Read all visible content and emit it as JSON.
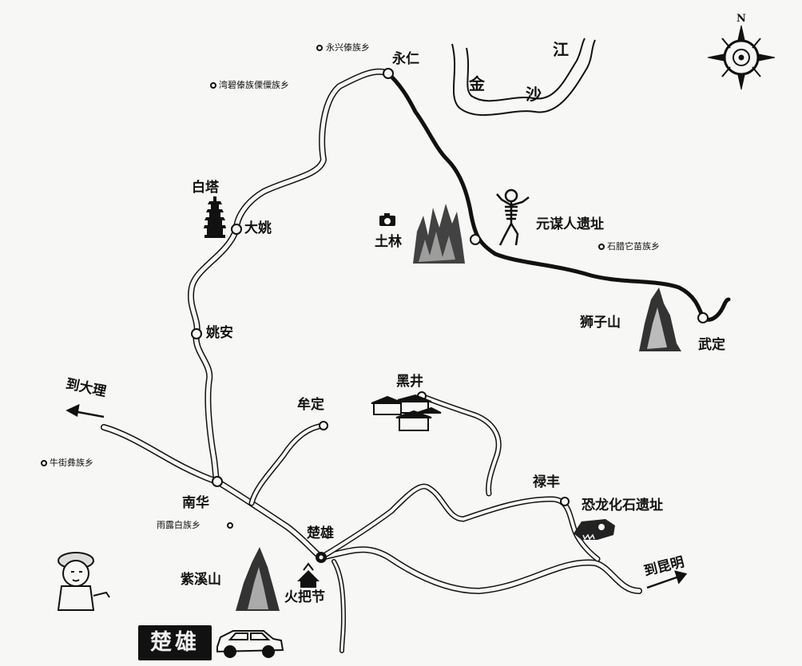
{
  "title": "楚雄",
  "compass": {
    "north_label": "N"
  },
  "river": {
    "chars": [
      "金",
      "沙",
      "江"
    ]
  },
  "places": {
    "yongren": "永仁",
    "baita": "白塔",
    "dayao": "大姚",
    "yaoan": "姚安",
    "tulin": "土林",
    "yuanmou": "元谋人遗址",
    "shizishan": "狮子山",
    "wuding": "武定",
    "heijing": "黑井",
    "mouding": "牟定",
    "nanhua": "南华",
    "chuxiong": "楚雄",
    "lufeng": "禄丰",
    "konglong": "恐龙化石遗址",
    "zixishan": "紫溪山",
    "huobajie": "火把节"
  },
  "townships": {
    "yongxing": "永兴傣族乡",
    "wanbi": "湾碧傣族傈僳族乡",
    "shila": "石腊它苗族乡",
    "niujie": "牛街彝族乡",
    "yulu": "雨露白族乡"
  },
  "directions": {
    "to_dali": "到大理",
    "to_kunming": "到昆明"
  },
  "icons": [
    "compass-rose-icon",
    "pagoda-icon",
    "camera-icon",
    "skeleton-icon",
    "village-houses-icon",
    "dinosaur-skull-icon",
    "torch-festival-icon",
    "mountain-icon",
    "person-icon",
    "car-icon"
  ]
}
